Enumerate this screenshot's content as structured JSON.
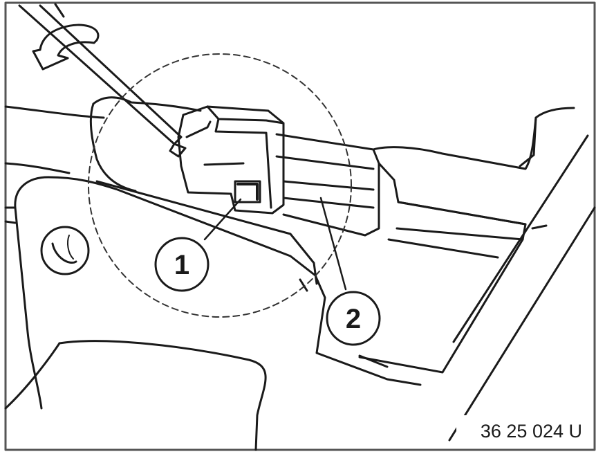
{
  "diagram": {
    "callouts": [
      {
        "id": "1",
        "label": "1"
      },
      {
        "id": "2",
        "label": "2"
      }
    ],
    "reference_code": "36 25 024 U",
    "colors": {
      "line": "#1a1a1a",
      "background": "#ffffff",
      "border": "#555555"
    }
  }
}
